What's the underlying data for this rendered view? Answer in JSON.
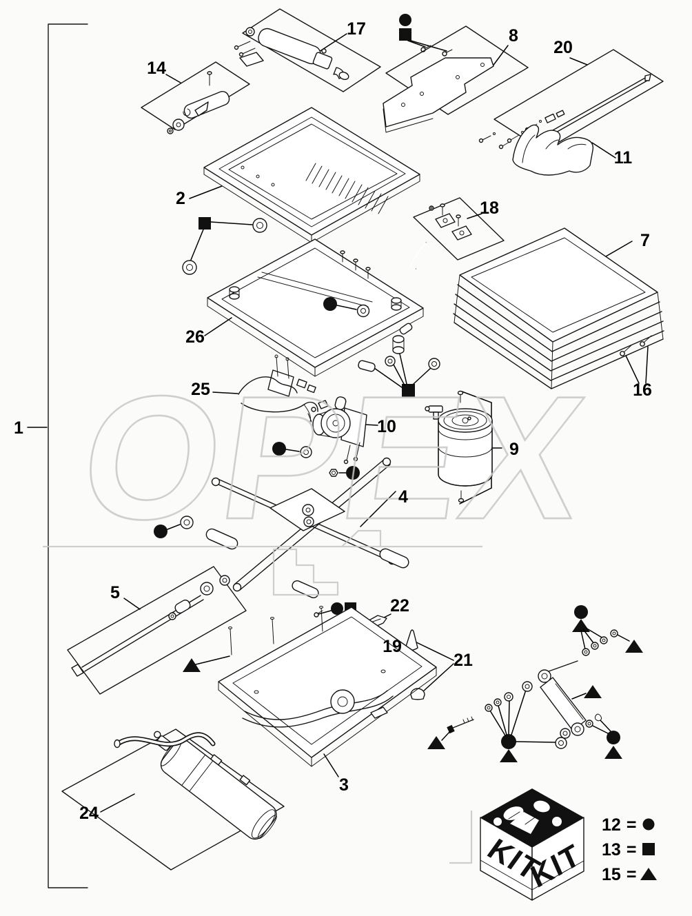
{
  "page": {
    "background": "#fbfbfa",
    "ink": "#141414",
    "watermark_color": "#c6c6c6"
  },
  "watermark": {
    "text": "OPEX"
  },
  "callouts": {
    "n1": {
      "label": "1"
    },
    "n2": {
      "label": "2"
    },
    "n3": {
      "label": "3"
    },
    "n4": {
      "label": "4"
    },
    "n5": {
      "label": "5"
    },
    "n7": {
      "label": "7"
    },
    "n8": {
      "label": "8"
    },
    "n9": {
      "label": "9"
    },
    "n10": {
      "label": "10"
    },
    "n11": {
      "label": "11"
    },
    "n14": {
      "label": "14"
    },
    "n16": {
      "label": "16"
    },
    "n17": {
      "label": "17"
    },
    "n18": {
      "label": "18"
    },
    "n19": {
      "label": "19"
    },
    "n20": {
      "label": "20"
    },
    "n21": {
      "label": "21"
    },
    "n22": {
      "label": "22"
    },
    "n24": {
      "label": "24"
    },
    "n25": {
      "label": "25"
    },
    "n26": {
      "label": "26"
    }
  },
  "legend": {
    "rows": [
      {
        "code": "12",
        "separator": "=",
        "symbol": "filled-circle"
      },
      {
        "code": "13",
        "separator": "=",
        "symbol": "filled-square"
      },
      {
        "code": "15",
        "separator": "=",
        "symbol": "filled-triangle"
      }
    ]
  },
  "kit_box": {
    "left_label": "KIT",
    "right_label": "KIT"
  },
  "icons": {
    "filled_circle": "●",
    "filled_square": "■",
    "filled_triangle": "▲"
  }
}
